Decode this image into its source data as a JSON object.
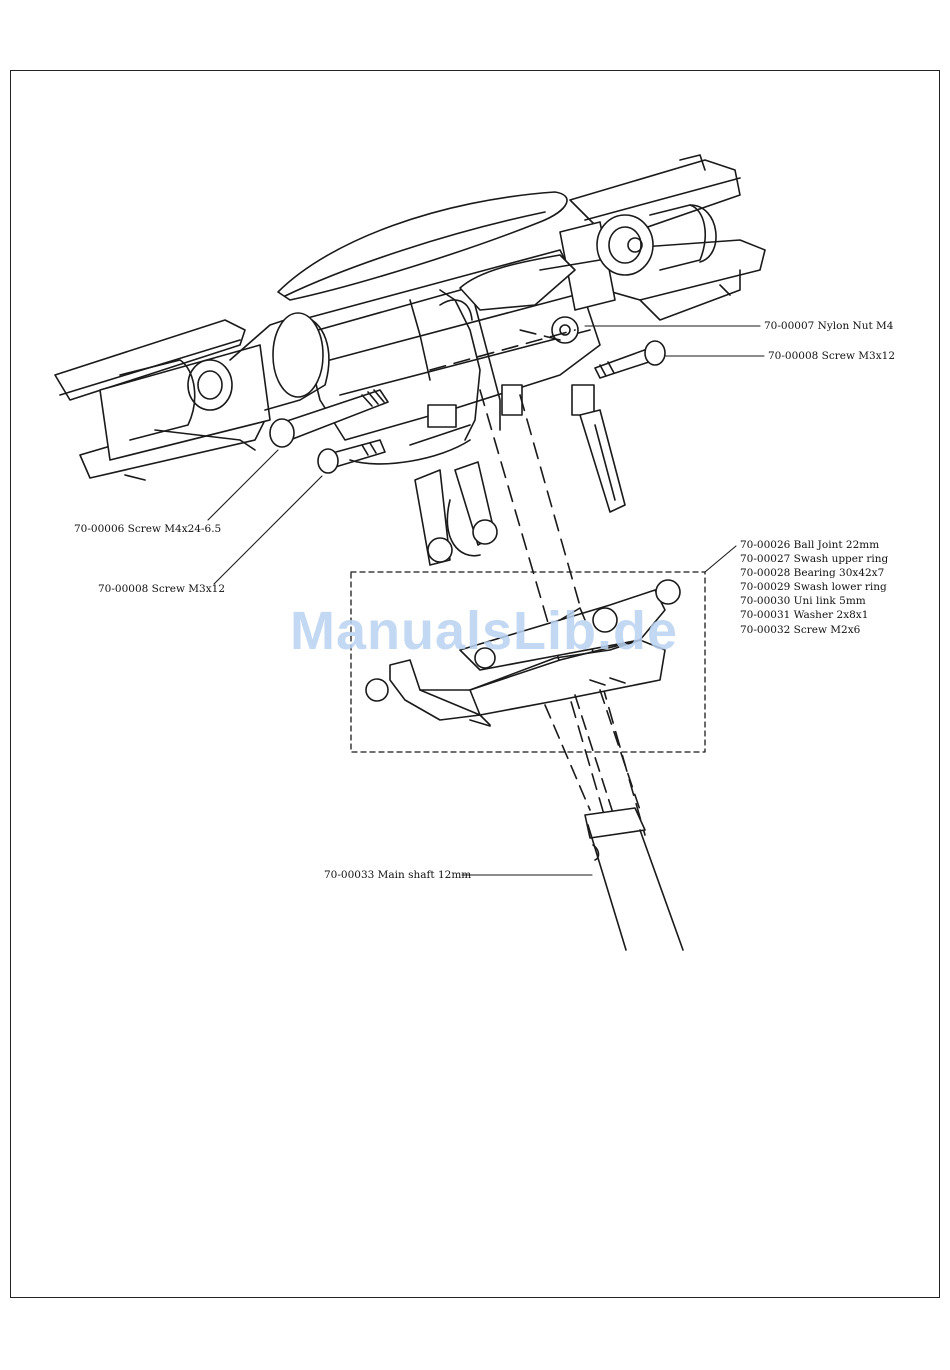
{
  "watermark": {
    "text": "ManualsLib.de",
    "color": "#b9d2f2"
  },
  "labels": {
    "nylon_nut": "70-00007 Nylon Nut M4",
    "screw_m3_top": "70-00008 Screw M3x12",
    "screw_m4": "70-00006 Screw M4x24-6.5",
    "screw_m3_left": "70-00008 Screw M3x12",
    "main_shaft": "70-00033 Main shaft 12mm"
  },
  "swash_parts": [
    "70-00026 Ball Joint 22mm",
    "70-00027 Swash upper ring",
    "70-00028 Bearing 30x42x7",
    "70-00029 Swash lower ring",
    "70-00030 Uni link 5mm",
    "70-00031 Washer 2x8x1",
    "70-00032 Screw M2x6"
  ]
}
